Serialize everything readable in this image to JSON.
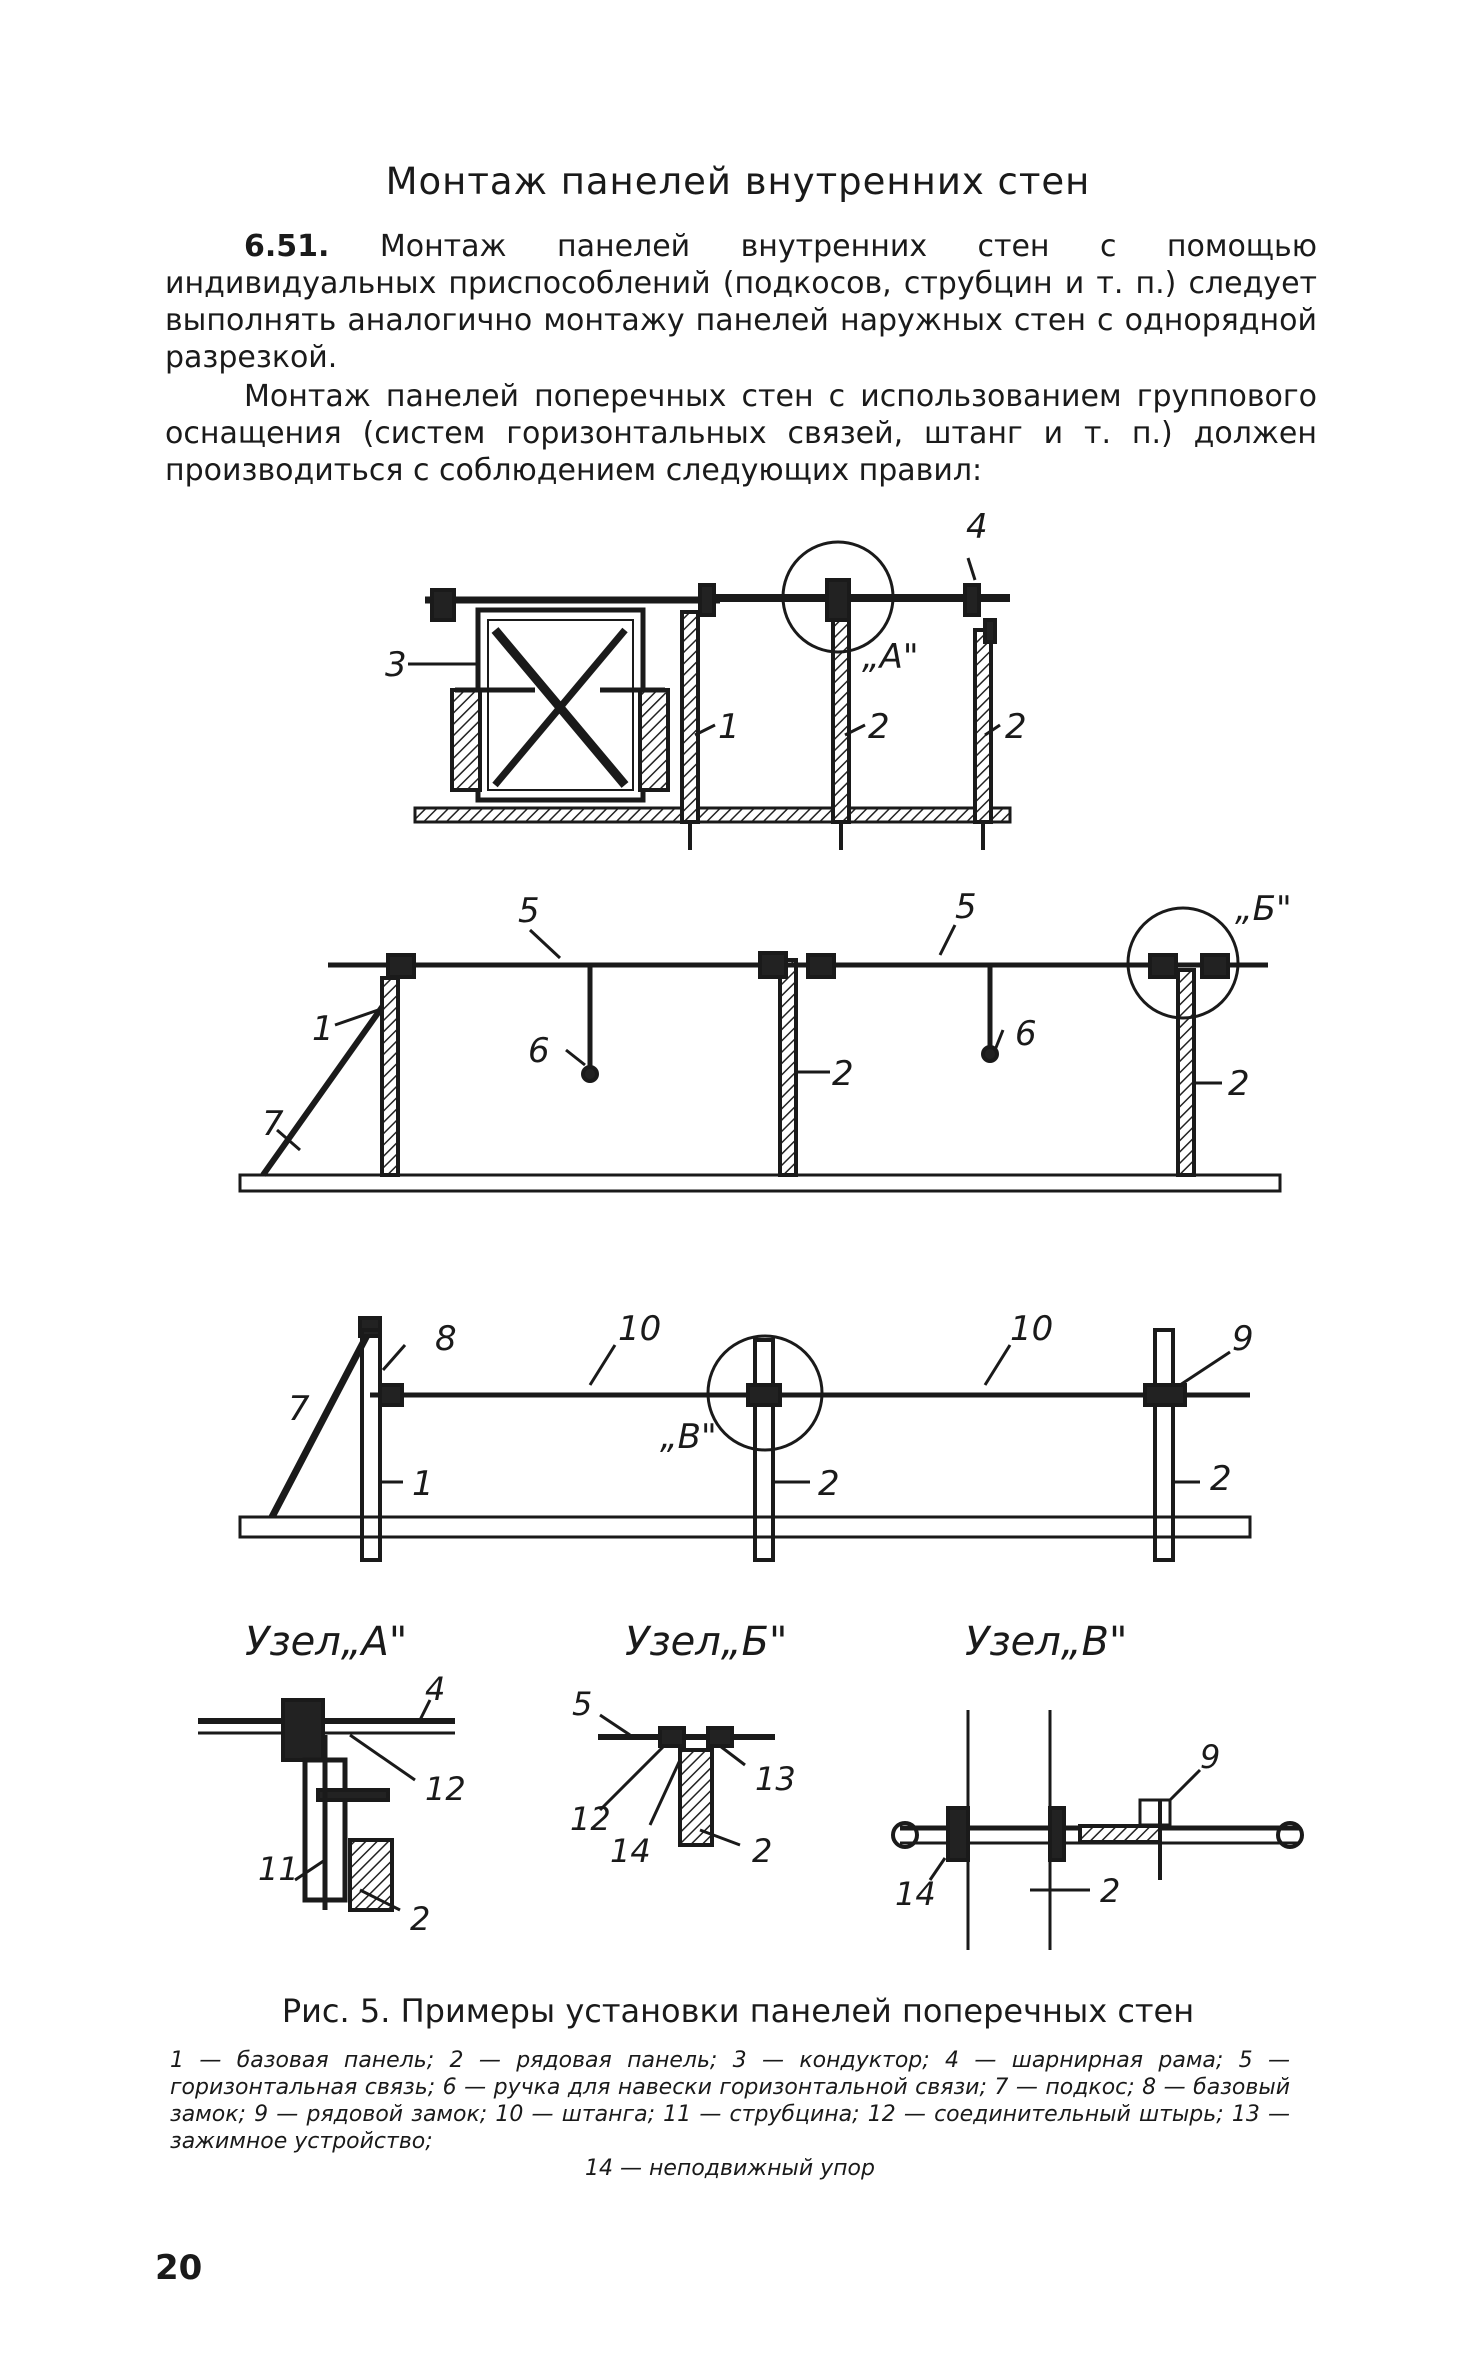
{
  "heading": "Монтаж панелей внутренних стен",
  "paragraphs": {
    "p1_num": "6.51.",
    "p1_text": " Монтаж панелей внутренних стен с помощью индивидуальных приспособлений (подкосов, струбцин и т. п.) следует выполнять аналогично монтажу панелей наружных стен с однорядной разрезкой.",
    "p2_text": "Монтаж панелей поперечных стен с использованием группового оснащения (систем горизонтальных связей, штанг и т. п.) должен производиться с соблюдением следующих правил:"
  },
  "figure": {
    "callouts": {
      "n1": "1",
      "n2": "2",
      "n3": "3",
      "n4": "4",
      "n5": "5",
      "n6": "6",
      "n7": "7",
      "n8": "8",
      "n9": "9",
      "n10": "10",
      "n11": "11",
      "n12": "12",
      "n13": "13",
      "n14": "14"
    },
    "marks": {
      "a": "„А\"",
      "b": "„Б\"",
      "v": "„В\""
    },
    "node_titles": {
      "a": "Узел„А\"",
      "b": "Узел„Б\"",
      "v": "Узел„В\""
    }
  },
  "caption": "Рис. 5. Примеры установки панелей поперечных стен",
  "legend_lines": [
    "1 — базовая панель; 2 — рядовая панель; 3 — кондуктор; 4 — шарнирная рама; 5 — горизонтальная связь; 6 — ручка для навески горизонтальной связи; 7 — подкос; 8 — базовый замок; 9 — рядовой замок; 10 — штанга; 11 — струбцина; 12 — соединительный штырь; 13 — зажимное устройство;",
    "14 — неподвижный упор"
  ],
  "page_number": "20"
}
